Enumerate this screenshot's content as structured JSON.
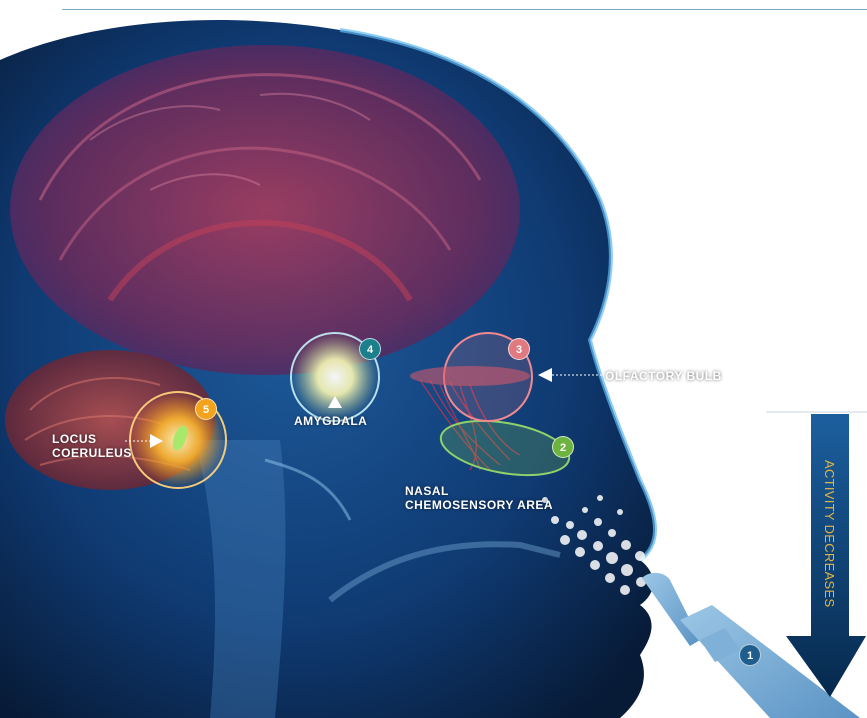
{
  "labels": {
    "locus_coeruleus_line1": "LOCUS",
    "locus_coeruleus_line2": "COERULEUS",
    "amygdala": "AMYGDALA",
    "olfactory_bulb": "OLFACTORY BULB",
    "nasal_line1": "NASAL",
    "nasal_line2": "CHEMOSENSORY AREA"
  },
  "badges": {
    "b1": "1",
    "b2": "2",
    "b3": "3",
    "b4": "4",
    "b5": "5"
  },
  "badge_colors": {
    "b1": "#1f5e8c",
    "b2": "#6db33f",
    "b3": "#e07a80",
    "b4": "#1c7f8c",
    "b5": "#f2a21b"
  },
  "side_arrow": {
    "text": "ACTIVITY DECREASES",
    "color": "#0d3f73",
    "text_color": "#e0b548"
  },
  "colors": {
    "head_background": "#0c2a52",
    "brain": "#8c2a4a"
  }
}
